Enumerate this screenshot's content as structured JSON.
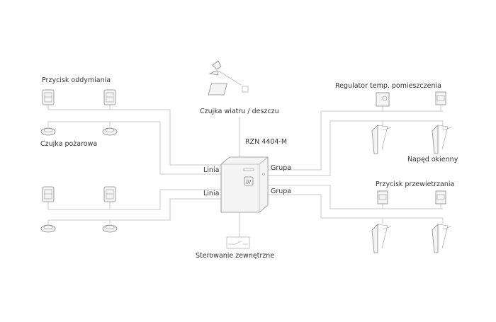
{
  "labels": {
    "smoke_button": "Przycisk oddymiania",
    "fire_detector": "Czujka pożarowa",
    "wind_rain_sensor": "Czujka wiatru / deszczu",
    "controller": "RZN 4404-M",
    "line1": "Linia",
    "line2": "Linia",
    "group1": "Grupa",
    "group2": "Grupa",
    "external_control": "Sterowanie zewnętrzne",
    "room_temp_regulator": "Regulator temp. pomieszczenia",
    "window_drive": "Napęd okienny",
    "ventilation_button": "Przycisk przewietrzania"
  }
}
